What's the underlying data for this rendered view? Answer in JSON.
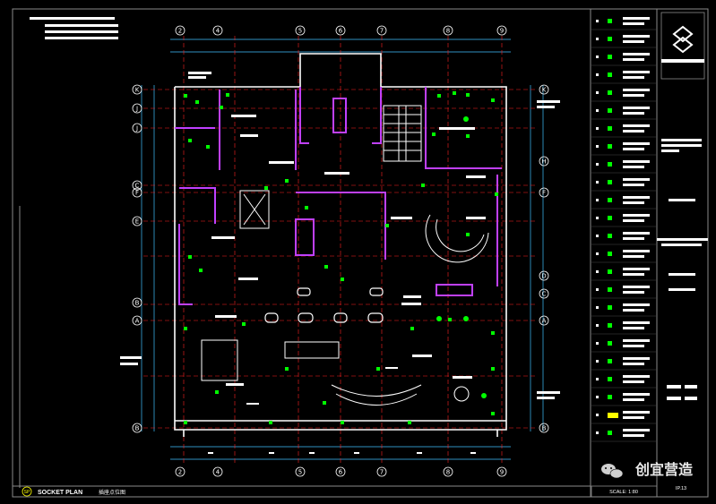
{
  "drawing": {
    "title": "SOCKET PLAN",
    "subtitle": "插座点位图",
    "symbol": "SP",
    "scale": "SCALE: 1:80",
    "sheet_number": "IP.13"
  },
  "watermark": {
    "text": "创宜营造"
  },
  "grid": {
    "columns_top": [
      "2",
      "4",
      "5",
      "6",
      "7",
      "8",
      "9"
    ],
    "columns_bottom": [
      "2",
      "4",
      "5",
      "6",
      "7",
      "8",
      "9"
    ],
    "rows_left": [
      "K",
      "J",
      "J",
      "C",
      "F",
      "E",
      "B",
      "A",
      "B"
    ],
    "rows_right": [
      "K",
      "H",
      "F",
      "D",
      "C",
      "A",
      "B"
    ]
  },
  "colors": {
    "background": "#000000",
    "frame": "#8a8a8a",
    "grid_line": "#ff2020",
    "wall": "#ffffff",
    "partition": "#c040ff",
    "socket": "#00ff00",
    "dimension": "#40c0ff",
    "accent": "#ffff00"
  },
  "icons": {
    "logo": "company-logo-icon",
    "wechat": "wechat-icon"
  }
}
